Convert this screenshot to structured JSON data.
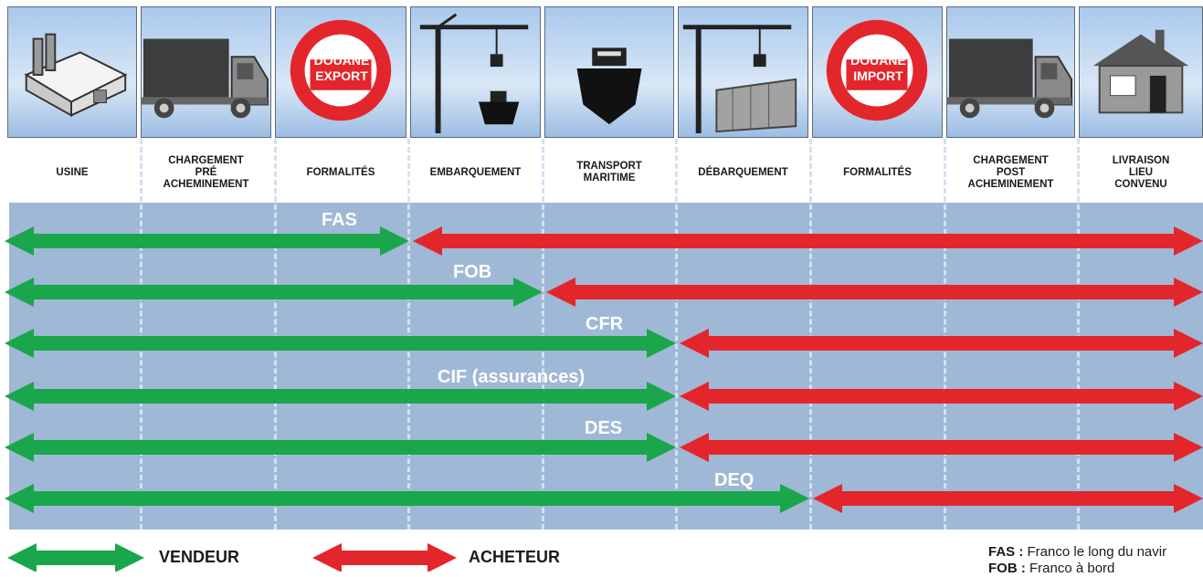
{
  "stages": [
    {
      "id": "usine",
      "label": "USINE",
      "icon": "factory-icon"
    },
    {
      "id": "chargement-pre",
      "label": "CHARGEMENT\nPRÉ\nACHEMINEMENT",
      "icon": "truck-icon"
    },
    {
      "id": "formalites-export",
      "label": "FORMALITÉS",
      "icon": "customs-sign-icon",
      "sign": "DOUANE\nEXPORT"
    },
    {
      "id": "embarquement",
      "label": "EMBARQUEMENT",
      "icon": "crane-ship-icon"
    },
    {
      "id": "transport",
      "label": "TRANSPORT\nMARITIME",
      "icon": "ship-icon"
    },
    {
      "id": "debarquement",
      "label": "DÉBARQUEMENT",
      "icon": "crane-container-icon"
    },
    {
      "id": "formalites-import",
      "label": "FORMALITÉS",
      "icon": "customs-sign-icon",
      "sign": "DOUANE\nIMPORT"
    },
    {
      "id": "chargement-post",
      "label": "CHARGEMENT\nPOST\nACHEMINEMENT",
      "icon": "truck-icon"
    },
    {
      "id": "livraison",
      "label": "LIVRAISON\nLIEU\nCONVENU",
      "icon": "house-icon"
    }
  ],
  "terms": [
    {
      "name": "FAS",
      "split_after_stage": 4
    },
    {
      "name": "FOB",
      "split_after_stage": 5
    },
    {
      "name": "CFR",
      "split_after_stage": 6
    },
    {
      "name": "CIF (assurances)",
      "split_after_stage": 6
    },
    {
      "name": "DES",
      "split_after_stage": 6
    },
    {
      "name": "DEQ",
      "split_after_stage": 7
    }
  ],
  "legend": {
    "seller": {
      "label": "VENDEUR",
      "color": "#1aa64a"
    },
    "buyer": {
      "label": "ACHETEUR",
      "color": "#e3262b"
    }
  },
  "footnote": {
    "line1_term": "FAS :",
    "line1_text": " Franco le long du navir",
    "line2_term": "FOB :",
    "line2_text": " Franco à bord"
  },
  "colors": {
    "seller": "#1aa64a",
    "buyer": "#e3262b",
    "band": "#9fb8d6"
  }
}
